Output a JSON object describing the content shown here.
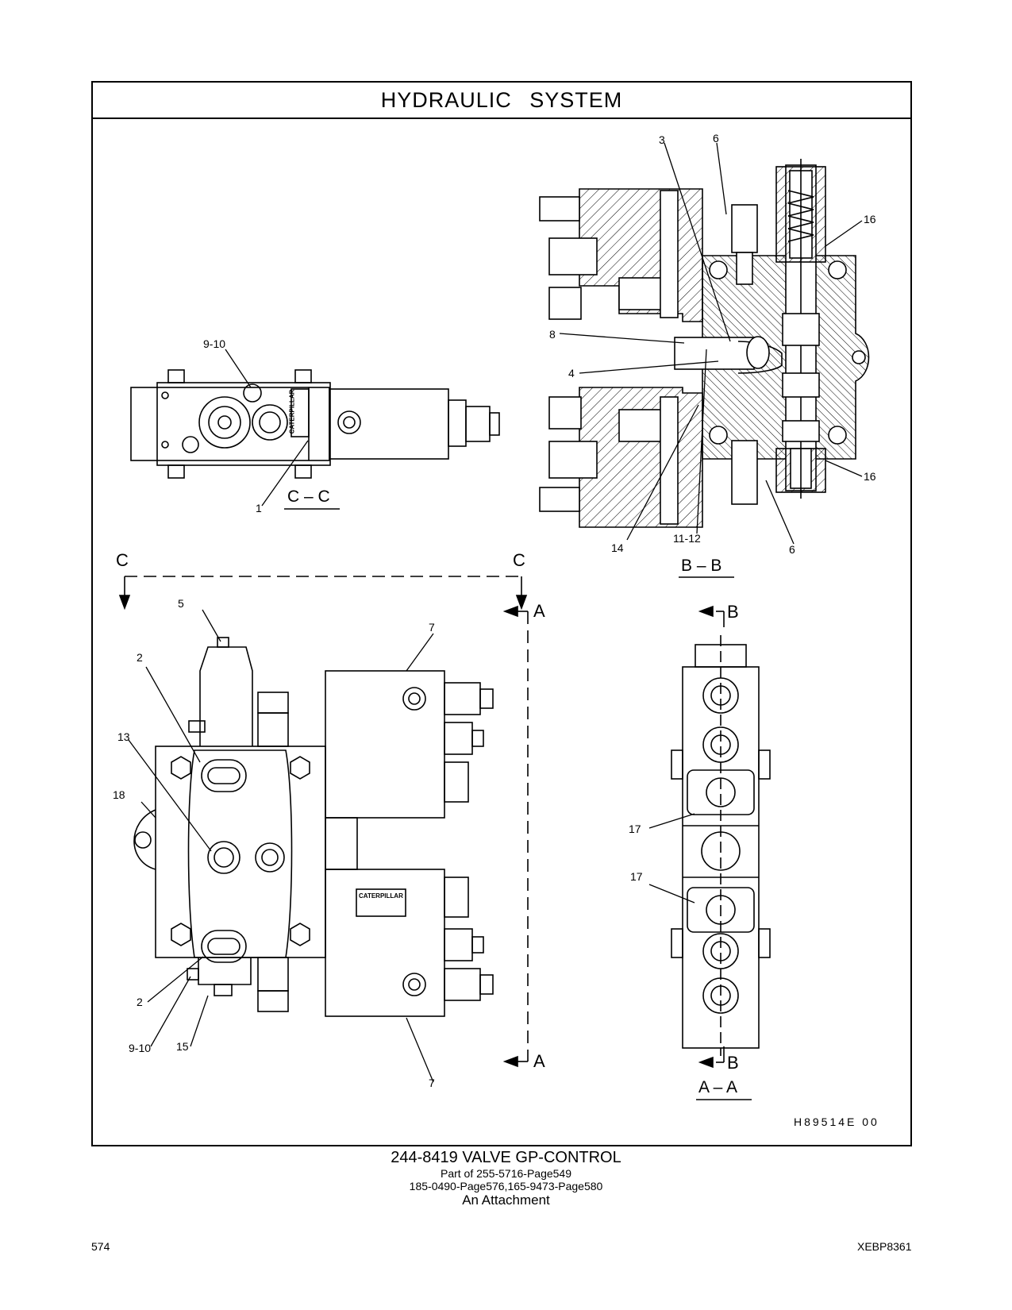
{
  "header": {
    "title": "HYDRAULIC   SYSTEM"
  },
  "drawing_code": "H89514E    00",
  "views": {
    "cc": "C – C",
    "bb": "B – B",
    "aa": "A – A"
  },
  "section_markers": {
    "c_left": "C",
    "c_right": "C",
    "a_top": "A",
    "a_bottom": "A",
    "b_top": "B",
    "b_bottom": "B"
  },
  "callouts": {
    "cc_9_10": "9-10",
    "cc_1": "1",
    "bb_3": "3",
    "bb_6_top": "6",
    "bb_16_top": "16",
    "bb_8": "8",
    "bb_4": "4",
    "bb_16_bottom": "16",
    "bb_14": "14",
    "bb_11_12": "11-12",
    "bb_6_bottom": "6",
    "main_5": "5",
    "main_7_top": "7",
    "main_2_top": "2",
    "main_13": "13",
    "main_18": "18",
    "main_2_bottom": "2",
    "main_9_10": "9-10",
    "main_15": "15",
    "main_7_bottom": "7",
    "aa_17_top": "17",
    "aa_17_bottom": "17"
  },
  "caption": {
    "part_title": "244-8419  VALVE  GP-CONTROL",
    "line2": "Part of 255-5716-Page549",
    "line3": "185-0490-Page576,165-9473-Page580",
    "line4": "An Attachment"
  },
  "footer": {
    "page_number": "574",
    "doc_code": "XEBP8361"
  },
  "logo_text": "CATERPILLAR"
}
